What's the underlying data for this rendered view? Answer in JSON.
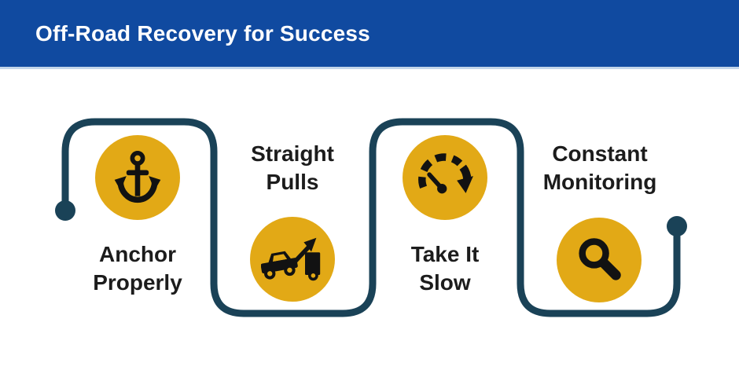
{
  "title_bar": {
    "title": "Off-Road Recovery for Success"
  },
  "colors": {
    "header-bg": "#104aa0",
    "header-underline": "#c3d6ea",
    "title": "#ffffff",
    "canvas-bg": "#ffffff",
    "path": "#1a4257",
    "node": "#e2a916",
    "icon": "#121212",
    "label": "#1c1c1c"
  },
  "steps": [
    {
      "lines": [
        "Anchor",
        "Properly"
      ],
      "icon": "anchor-icon"
    },
    {
      "lines": [
        "Straight",
        "Pulls"
      ],
      "icon": "tow-truck-icon"
    },
    {
      "lines": [
        "Take It",
        "Slow"
      ],
      "icon": "speedometer-icon"
    },
    {
      "lines": [
        "Constant",
        "Monitoring"
      ],
      "icon": "magnifying-glass-icon"
    }
  ]
}
